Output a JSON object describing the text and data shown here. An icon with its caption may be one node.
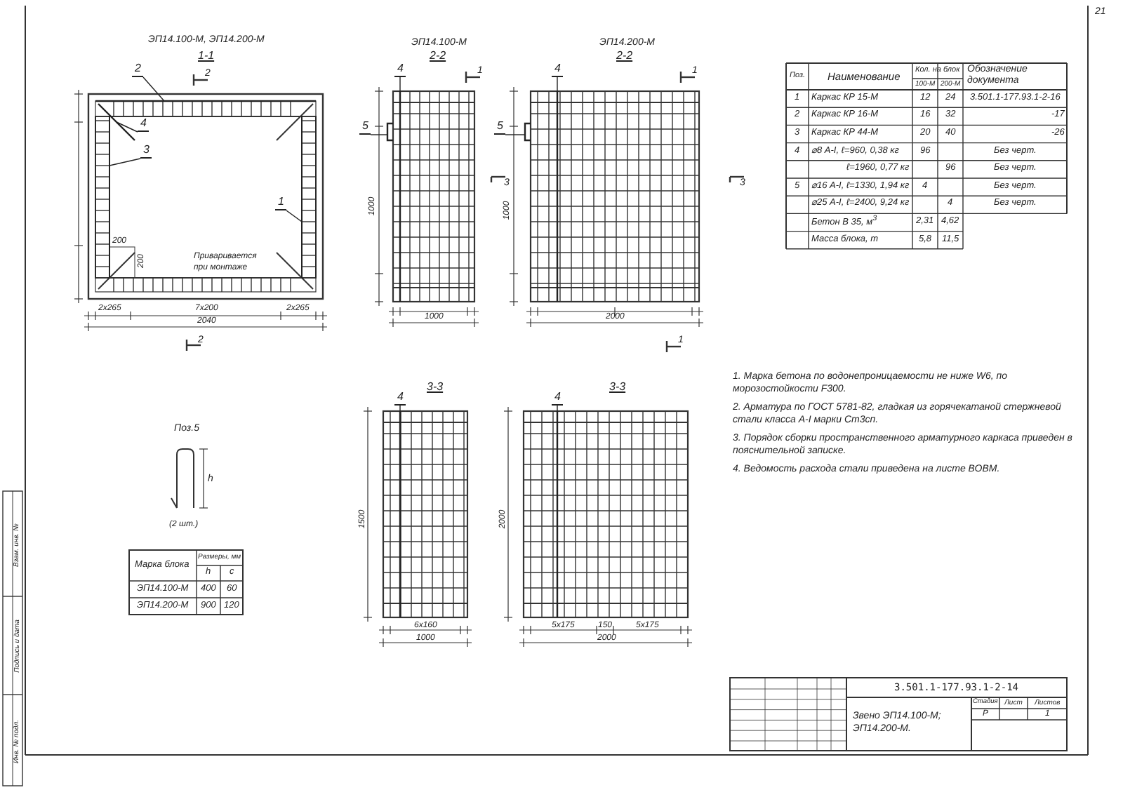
{
  "diagram": {
    "nodes": [
      {
        "text": [
          "2"
        ]
      },
      {
        "text": [
          "4"
        ]
      },
      {
        "text": [
          "3"
        ]
      },
      {
        "text": [
          "1"
        ]
      },
      {
        "text": [
          "4"
        ]
      },
      {
        "text": [
          "5"
        ]
      },
      {
        "text": [
          "4"
        ]
      },
      {
        "text": [
          "5"
        ]
      },
      {
        "text": [
          "4"
        ]
      },
      {
        "text": [
          "4"
        ]
      },
      {
        "text": [],
        "shape": "bar"
      },
      {
        "text": [],
        "shape": "bar"
      },
      {
        "text": [],
        "shape": "bar"
      },
      {
        "text": [],
        "shape": "bar"
      },
      {
        "text": [],
        "shape": "bar"
      },
      {
        "text": [],
        "shape": "bar"
      },
      {
        "text": [],
        "shape": "bar"
      },
      {
        "text": [],
        "shape": "bar"
      },
      {
        "text": [],
        "shape": "bar"
      },
      {
        "text": [],
        "shape": "bar"
      }
    ],
    "edges": [
      {
        "from": 0,
        "to": 10,
        "arrow": "none"
      },
      {
        "from": 1,
        "to": 11,
        "arrow": "none"
      },
      {
        "from": 2,
        "to": 12,
        "arrow": "none"
      },
      {
        "from": 3,
        "to": 13,
        "arrow": "none"
      },
      {
        "from": 4,
        "to": 15,
        "arrow": "none"
      },
      {
        "from": 5,
        "to": 14,
        "arrow": "none"
      },
      {
        "from": 6,
        "to": 17,
        "arrow": "none"
      },
      {
        "from": 7,
        "to": 16,
        "arrow": "none"
      },
      {
        "from": 8,
        "to": 18,
        "arrow": "none"
      },
      {
        "from": 9,
        "to": 19,
        "arrow": "none"
      }
    ],
    "labels": [
      "21",
      "ЭП14.100-М, ЭП14.200-М",
      "1-1",
      "2",
      "200",
      "200",
      "Приваривается при монтаже",
      "2x265",
      "7x200",
      "2x265",
      "2040",
      "2",
      "ЭП14.100-М",
      "2-2",
      "1",
      "3",
      "1000",
      "1000",
      "ЭП14.200-М",
      "2-2",
      "1",
      "1000",
      "2000",
      "3",
      "1",
      "3-3",
      "1500",
      "6x160",
      "1000",
      "3-3",
      "2000",
      "5x175",
      "150",
      "5x175",
      "2000",
      "Поз.5",
      "h",
      "(2 шт.)",
      "Марка блока",
      "Размеры, мм",
      "h",
      "c",
      "ЭП14.100-М",
      "400",
      "60",
      "ЭП14.200-М",
      "900",
      "120",
      "Поз.",
      "Наименование",
      "Кол. на блок",
      "100-М",
      "200-М",
      "Обозначение документа",
      "1",
      "Каркас КР 15-М",
      "12",
      "24",
      "3.501.1-177.93.1-2-16",
      "2",
      "Каркас КР 16-М",
      "16",
      "32",
      "-17",
      "3",
      "Каркас КР 44-М",
      "20",
      "40",
      "-26",
      "4",
      "⌀8 А-I, ℓ=960, 0,38 кг",
      "96",
      "Без черт.",
      "ℓ=1960, 0,77 кг",
      "96",
      "Без черт.",
      "5",
      "⌀16 А-I, ℓ=1330, 1,94 кг",
      "4",
      "Без черт.",
      "⌀25 А-I, ℓ=2400, 9,24 кг",
      "4",
      "Без черт.",
      "Бетон В 35, м$^{3}$",
      "2,31",
      "4,62",
      "Масса блока, т",
      "5,8",
      "11,5",
      "1. Марка бетона по водонепроницаемости не ниже W6, по морозостойкости F300.",
      "2. Арматура по ГОСТ 5781-82, гладкая из горячекатаной стержневой стали класса А-I марки Ст3сп.",
      "3. Порядок сборки пространственного арматурного каркаса приведен в пояснительной записке.",
      "4. Ведомость расхода стали приведена на листе ВОВМ.",
      "3.501.1-177.93.1-2-14",
      "Стадия",
      "Лист",
      "Листов",
      "Р",
      "1",
      "Звено ЭП14.100-М; ЭП14.200-М.",
      "Инв. № подл.",
      "Подпись и дата",
      "Взам. инв. №"
    ]
  }
}
